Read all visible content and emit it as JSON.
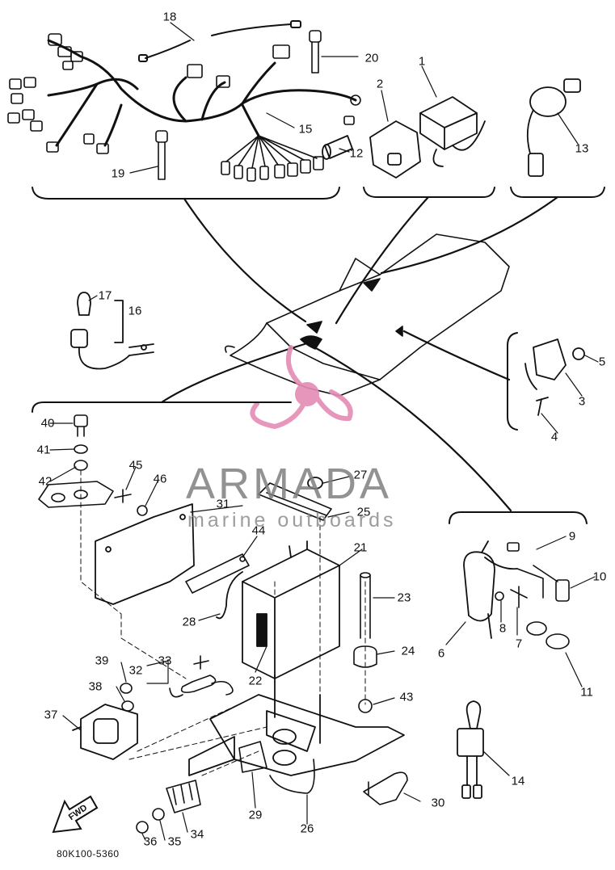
{
  "diagram": {
    "part_number": "80K100-5360",
    "direction_label": "FWD",
    "watermark": {
      "title": "ARMADA",
      "subtitle": "marine outboards",
      "logo_color": "#e58bb4"
    },
    "callouts": [
      "1",
      "2",
      "3",
      "4",
      "5",
      "6",
      "7",
      "8",
      "9",
      "10",
      "11",
      "12",
      "13",
      "14",
      "15",
      "16",
      "17",
      "18",
      "19",
      "20",
      "21",
      "22",
      "23",
      "24",
      "25",
      "26",
      "27",
      "28",
      "29",
      "30",
      "31",
      "32",
      "33",
      "34",
      "35",
      "36",
      "37",
      "38",
      "39",
      "40",
      "41",
      "42",
      "43",
      "44",
      "45",
      "46"
    ]
  }
}
